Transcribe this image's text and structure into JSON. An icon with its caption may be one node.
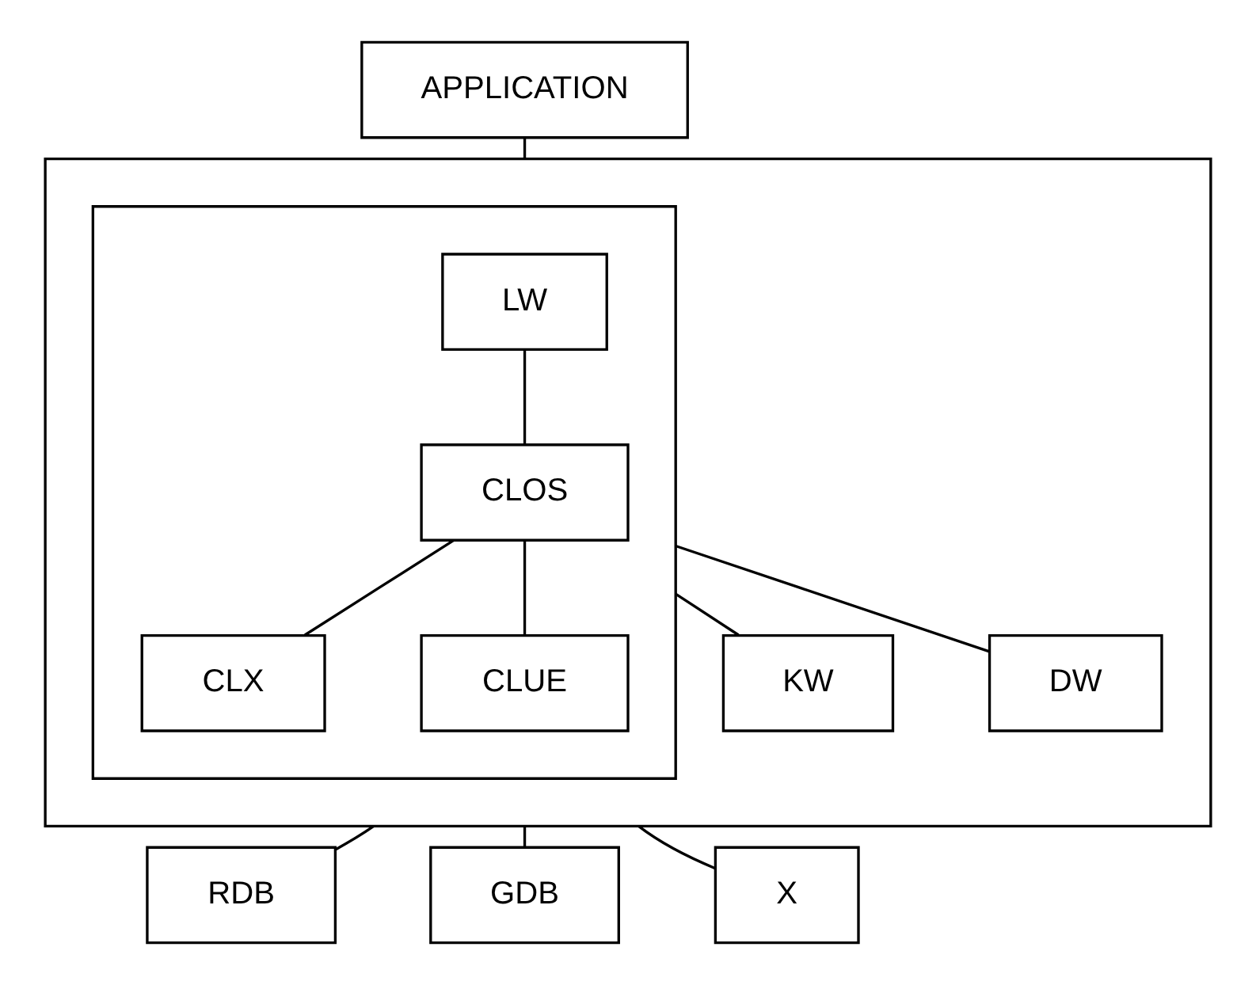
{
  "diagram": {
    "nodes": [
      {
        "text": [
          "APPLICATION"
        ]
      },
      {
        "text": [],
        "shape": "box"
      },
      {
        "text": [
          "KW"
        ],
        "in": 1
      },
      {
        "text": [],
        "shape": "box",
        "in": 1
      },
      {
        "text": [
          "LW"
        ],
        "in": 3
      },
      {
        "text": [
          "CLOS"
        ],
        "in": 3
      },
      {
        "text": [
          "CLX"
        ],
        "in": 3
      },
      {
        "text": [
          "CLUE"
        ],
        "in": 3
      },
      {
        "text": [
          "DW"
        ],
        "in": 1
      },
      {
        "text": [
          "RDB"
        ]
      },
      {
        "text": [
          "GDB"
        ]
      },
      {
        "text": [
          "X"
        ]
      }
    ],
    "edges": [
      {
        "from": 0,
        "to": 1,
        "arrow": "none"
      },
      {
        "from": 2,
        "to": 3,
        "arrow": "none"
      },
      {
        "from": 4,
        "to": 5,
        "arrow": "none"
      },
      {
        "from": 5,
        "to": 6,
        "arrow": "none"
      },
      {
        "from": 5,
        "to": 7,
        "arrow": "none"
      },
      {
        "from": 3,
        "to": 8,
        "arrow": "none"
      },
      {
        "from": 1,
        "to": 9,
        "arrow": "none"
      },
      {
        "from": 1,
        "to": 10,
        "arrow": "none"
      },
      {
        "from": 1,
        "to": 11,
        "arrow": "none"
      }
    ]
  }
}
